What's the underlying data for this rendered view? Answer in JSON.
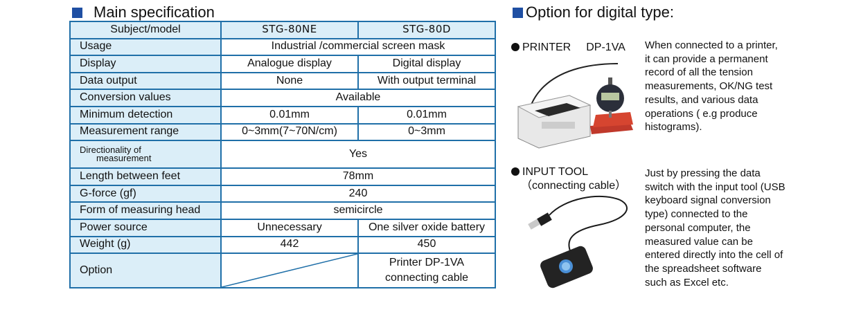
{
  "main_heading": "Main specification",
  "option_heading": "Option for digital type:",
  "table": {
    "header": [
      "Subject/model",
      "STG-80NE",
      "STG-80D"
    ],
    "rows": {
      "usage": {
        "label": "Usage",
        "value": "Industrial /commercial screen mask"
      },
      "display": {
        "label": "Display",
        "ne": "Analogue display",
        "d": "Digital display"
      },
      "data_output": {
        "label": "Data output",
        "ne": "None",
        "d": "With output terminal"
      },
      "conversion": {
        "label": "Conversion values",
        "value": "Available"
      },
      "min_detection": {
        "label": "Minimum detection",
        "ne": "0.01mm",
        "d": "0.01mm"
      },
      "range": {
        "label": "Measurement range",
        "ne": "0~3mm(7~70N/cm)",
        "d": "0~3mm"
      },
      "directionality": {
        "label_line1": "Directionality of",
        "label_line2": "measurement",
        "value": "Yes"
      },
      "length": {
        "label": "Length between feet",
        "value": "78mm"
      },
      "gforce": {
        "label": "G-force (gf)",
        "value": "240"
      },
      "head": {
        "label": "Form of measuring head",
        "value": "semicircle"
      },
      "power": {
        "label": "Power source",
        "ne": "Unnecessary",
        "d": "One silver oxide battery"
      },
      "weight": {
        "label": "Weight (g)",
        "ne": "442",
        "d": "450"
      },
      "option": {
        "label": "Option",
        "d_line1": "Printer DP-1VA",
        "d_line2": "connecting cable"
      }
    }
  },
  "printer": {
    "title": "PRINTER",
    "model": "DP-1VA",
    "desc": [
      "When connected to a printer,",
      "it can provide a permanent",
      "record of all the tension",
      "measurements, OK/NG test",
      "results, and various data",
      "operations ( e.g produce",
      "histograms)."
    ]
  },
  "input_tool": {
    "title": "INPUT TOOL",
    "subtitle": "（connecting cable）",
    "desc": [
      "Just by pressing the data",
      "switch with the input tool (USB",
      "keyboard signal conversion",
      "type) connected to the",
      "personal computer, the",
      "measured value can be",
      "entered directly into the cell of",
      "the spreadsheet software",
      "such as Excel etc."
    ]
  },
  "colors": {
    "accent": "#1f4fa3",
    "border": "#1f6fa8",
    "label_bg": "#dbeef8"
  }
}
